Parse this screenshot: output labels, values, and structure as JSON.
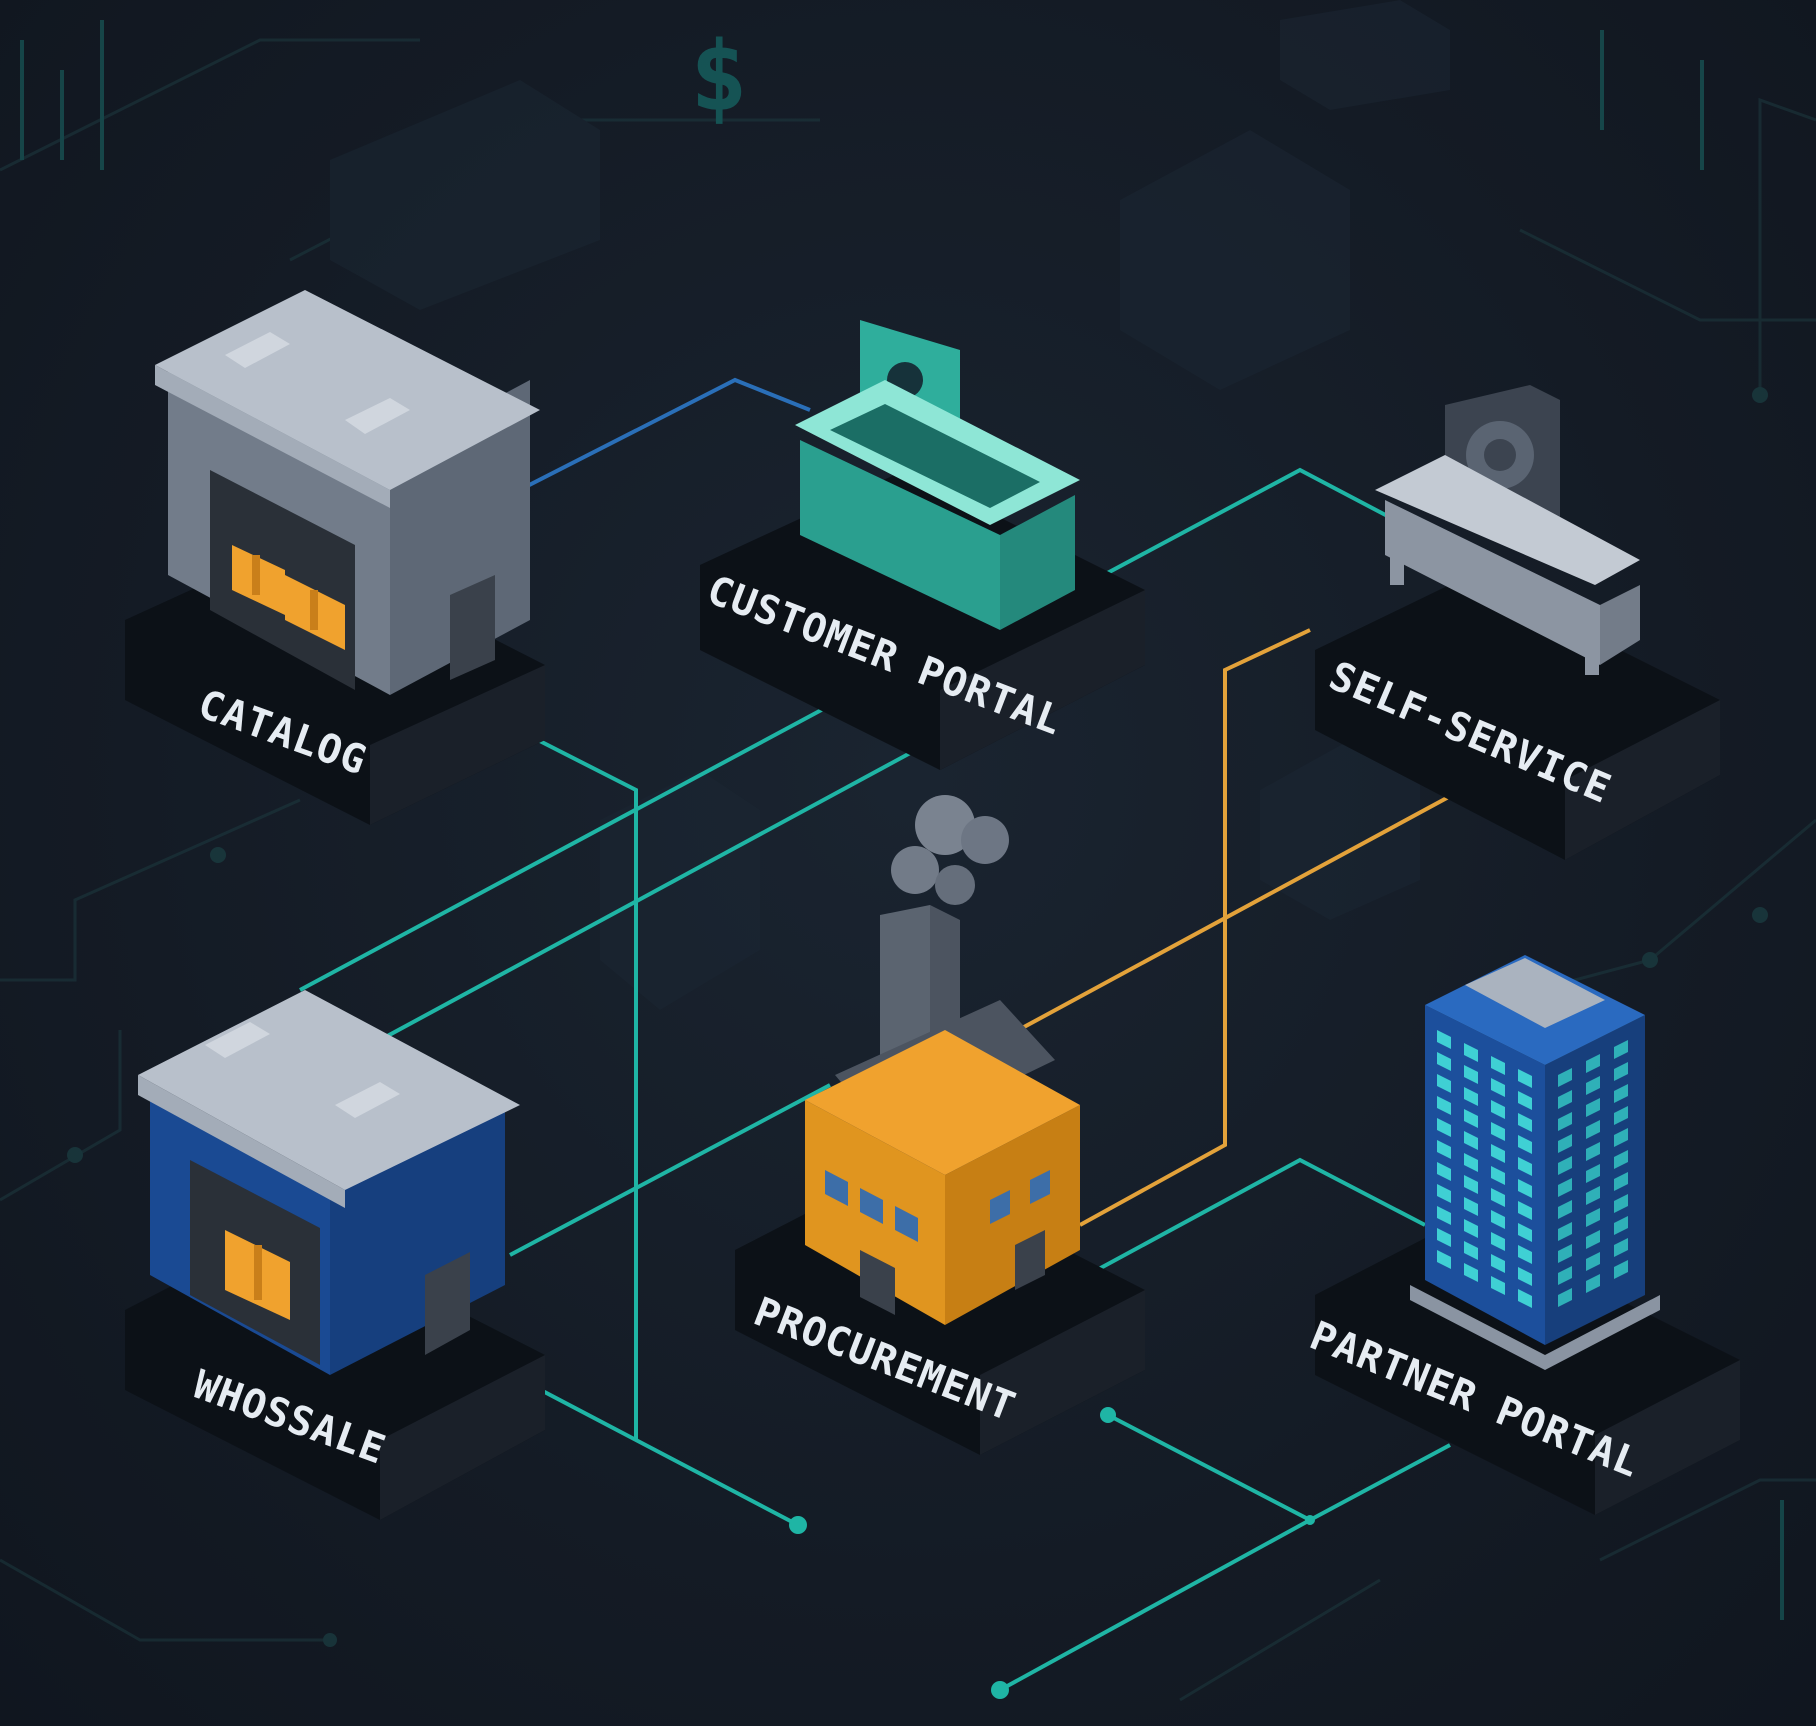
{
  "nodes": [
    {
      "id": "catalog",
      "label": "CATALOG"
    },
    {
      "id": "customer-portal",
      "label": "CUSTOMER PORTAL"
    },
    {
      "id": "self-service",
      "label": "SELF-SERVICE"
    },
    {
      "id": "wholesale",
      "label": "WHOSSALE"
    },
    {
      "id": "procurement",
      "label": "PROCUREMENT"
    },
    {
      "id": "partner-portal",
      "label": "PARTNER PORTAL"
    }
  ],
  "connections": [
    {
      "from": "catalog",
      "to": "customer-portal",
      "color": "blue"
    },
    {
      "from": "customer-portal",
      "to": "self-service",
      "color": "teal"
    },
    {
      "from": "customer-portal",
      "to": "wholesale",
      "color": "teal"
    },
    {
      "from": "catalog",
      "to": "wholesale",
      "color": "teal"
    },
    {
      "from": "wholesale",
      "to": "procurement",
      "color": "teal"
    },
    {
      "from": "procurement",
      "to": "self-service",
      "color": "orange"
    },
    {
      "from": "procurement",
      "to": "partner-portal",
      "color": "teal"
    }
  ],
  "colors": {
    "background": "#141b25",
    "teal_line": "#1fb5a5",
    "blue_line": "#2a6fb8",
    "orange_line": "#e3a23a",
    "catalog_building": "#8e97a6",
    "wholesale_building": "#1f56a8",
    "procurement_building": "#f0a22e",
    "customer_portal_box": "#3cc7b3",
    "self_service_box": "#a7b0bd",
    "partner_tower": "#1f56a8",
    "label_plinth": "#0d1218",
    "label_text": "#e6ecf2"
  },
  "icons": [
    "warehouse-icon",
    "portal-box-icon",
    "gear-icon",
    "factory-icon",
    "office-tower-icon",
    "package-icon",
    "user-icon",
    "dollar-icon"
  ]
}
